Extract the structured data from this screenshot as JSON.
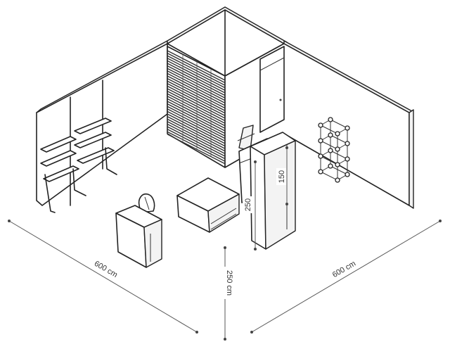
{
  "dimensions": {
    "width_left": "600 cm",
    "width_right": "600 cm",
    "height_front": "250 cm",
    "counter_height": "250",
    "counter_inner": "150"
  }
}
